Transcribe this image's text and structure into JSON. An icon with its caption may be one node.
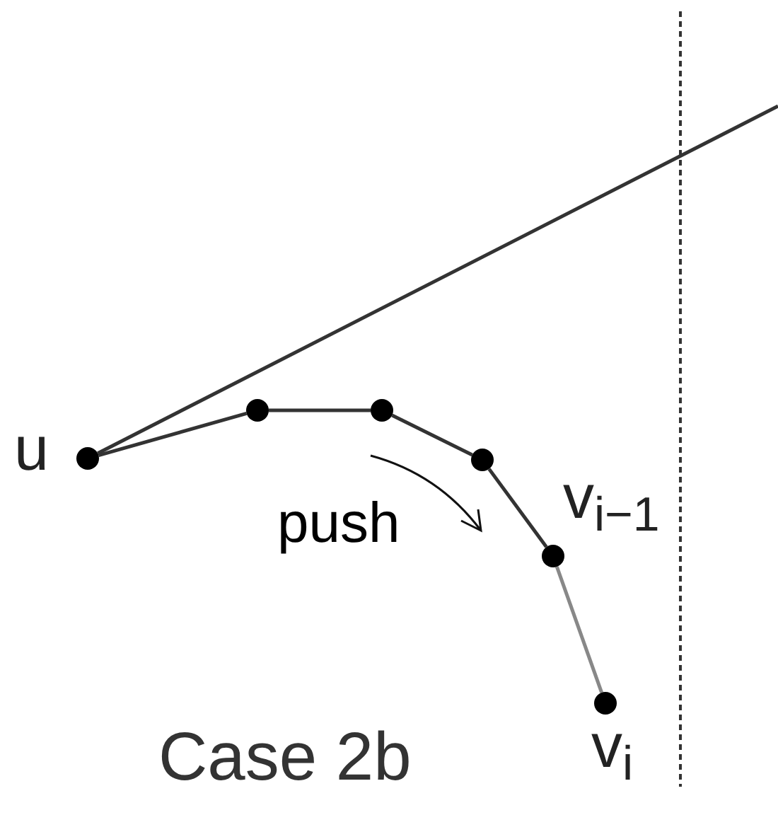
{
  "diagram": {
    "caption": "Case 2b",
    "nodes": [
      {
        "text": [],
        "shape": "circle",
        "beside": [
          "u"
        ]
      },
      {
        "text": [],
        "shape": "circle"
      },
      {
        "text": [],
        "shape": "circle"
      },
      {
        "text": [],
        "shape": "circle"
      },
      {
        "text": [],
        "shape": "circle",
        "beside": [
          "v$_{i−1}$"
        ]
      },
      {
        "text": [],
        "shape": "circle",
        "beside": [
          "v$_{i}$"
        ]
      }
    ],
    "edges": [
      {
        "from": 0,
        "to": null,
        "arrow": "none"
      },
      {
        "from": 0,
        "to": 1,
        "arrow": "none"
      },
      {
        "from": 1,
        "to": 2,
        "arrow": "none"
      },
      {
        "from": 2,
        "to": 3,
        "arrow": "none"
      },
      {
        "from": 3,
        "to": 4,
        "arrow": "none"
      },
      {
        "from": 4,
        "to": 5,
        "arrow": "none",
        "color": "#888888"
      }
    ],
    "labels": [
      "push"
    ]
  }
}
